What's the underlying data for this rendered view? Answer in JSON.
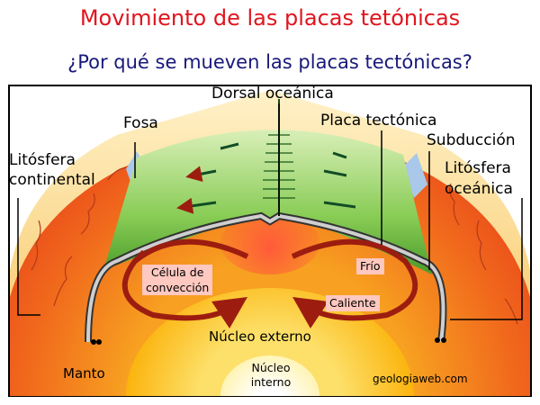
{
  "header": {
    "title": "Movimiento de las placas tetónicas",
    "subtitle": "¿Por qué se mueven las placas tectónicas?"
  },
  "labels": {
    "dorsal": "Dorsal oceánica",
    "fosa": "Fosa",
    "placa": "Placa tectónica",
    "subduccion": "Subducción",
    "lito_cont_1": "Litósfera",
    "lito_cont_2": "continental",
    "lito_oce_1": "Litósfera",
    "lito_oce_2": "oceánica",
    "celula_1": "Célula de",
    "celula_2": "convección",
    "frio": "Frío",
    "caliente": "Caliente",
    "nucleo_externo": "Núcleo externo",
    "manto": "Manto",
    "nucleo_interno_1": "Núcleo",
    "nucleo_interno_2": "interno",
    "watermark": "geologiaweb.com"
  },
  "colors": {
    "title": "#e0141e",
    "subtitle": "#18187a",
    "mantle": "#f27a1e",
    "outer_core": "#fbbc10",
    "inner_core": "#fff4c0",
    "plate": "#6fbf3c",
    "label_box": "#ffc8c0"
  }
}
